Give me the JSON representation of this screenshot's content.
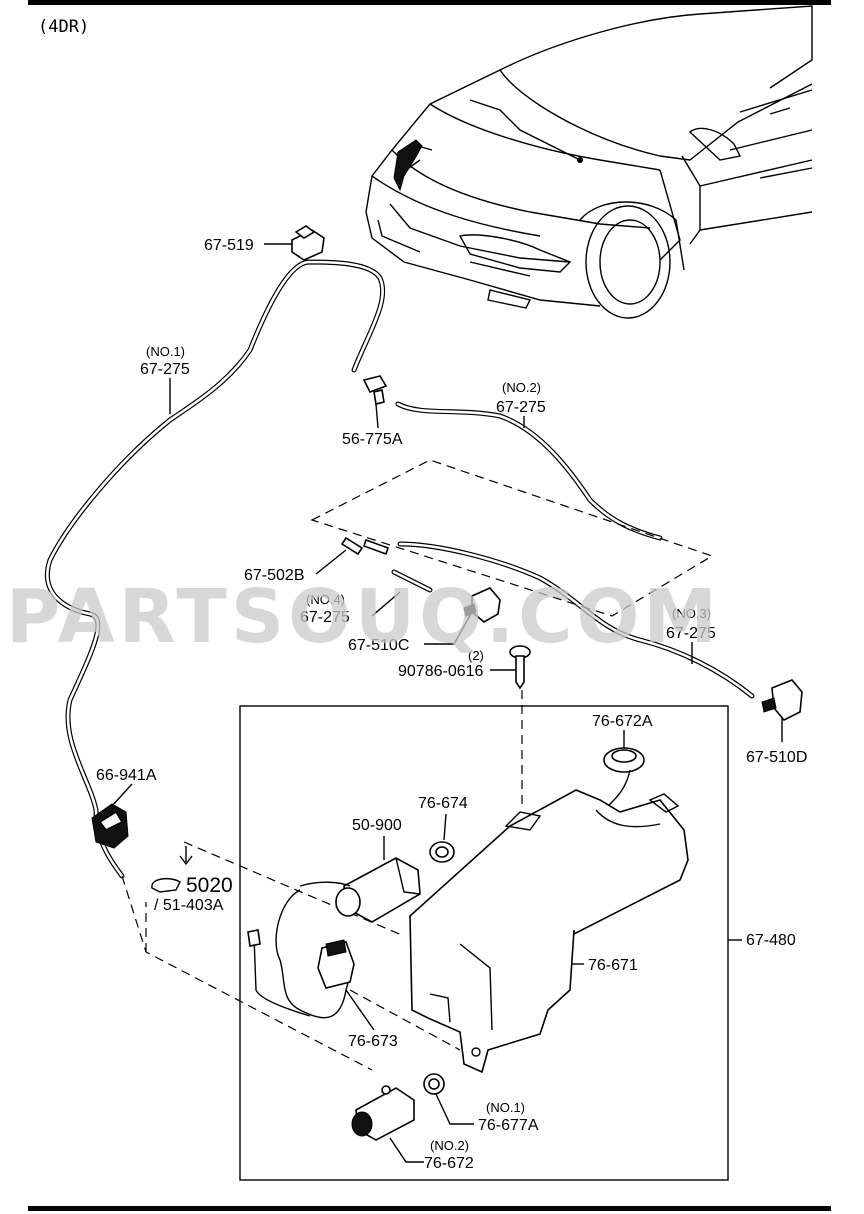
{
  "header": {
    "variant_label": "(4DR)"
  },
  "watermark": "PARTSOUQ.COM",
  "parts": [
    {
      "id": "67-519"
    },
    {
      "id": "67-275",
      "note": "(NO.1)"
    },
    {
      "id": "56-775A"
    },
    {
      "id": "67-275",
      "note": "(NO.2)"
    },
    {
      "id": "67-502B"
    },
    {
      "id": "67-275",
      "note": "(NO.4)"
    },
    {
      "id": "67-510C"
    },
    {
      "id": "67-275",
      "note": "(NO.3)"
    },
    {
      "id": "90786-0616",
      "note": "(2)"
    },
    {
      "id": "67-510D"
    },
    {
      "id": "76-672A"
    },
    {
      "id": "76-674"
    },
    {
      "id": "50-900"
    },
    {
      "id": "66-941A"
    },
    {
      "id": "5020",
      "sub": "/ 51-403A"
    },
    {
      "id": "67-480"
    },
    {
      "id": "76-671"
    },
    {
      "id": "76-673"
    },
    {
      "id": "76-677A",
      "note": "(NO.1)"
    },
    {
      "id": "76-672",
      "note": "(NO.2)"
    }
  ]
}
